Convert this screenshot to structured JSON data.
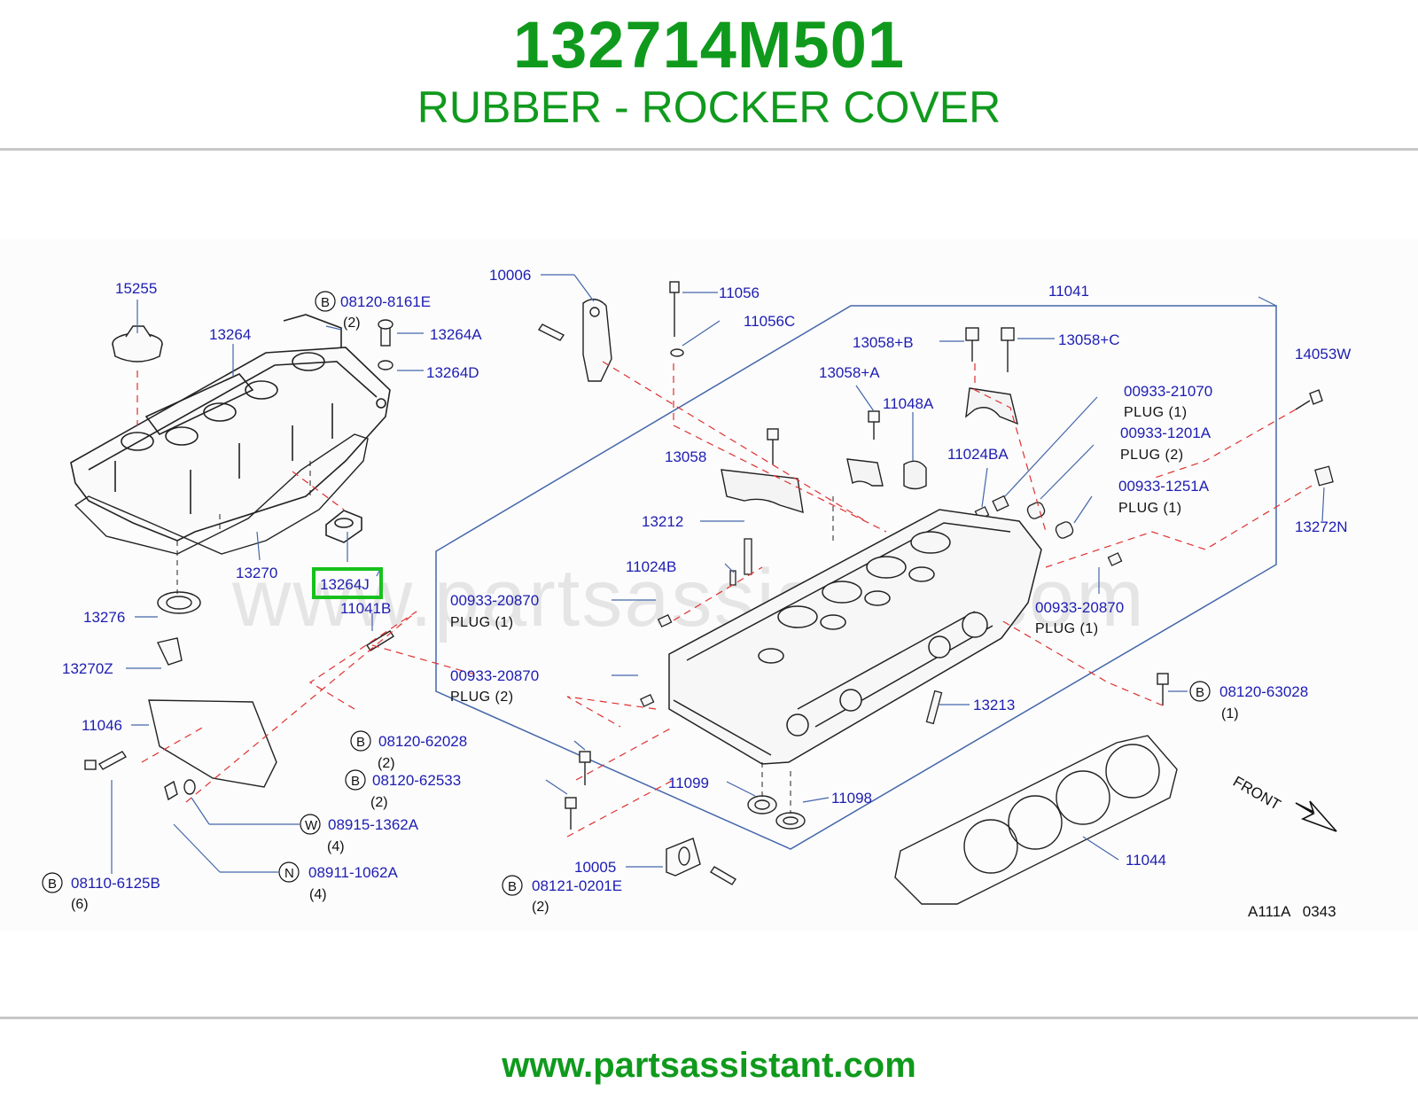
{
  "header": {
    "part_number": "132714M501",
    "part_name": "RUBBER - ROCKER COVER"
  },
  "footer": {
    "url": "www.partsassistant.com"
  },
  "diagram": {
    "watermark": "www.partsassistant.com",
    "code": "A111A   0343",
    "front_label": "FRONT",
    "highlighted_part": "13264J",
    "labels": {
      "p15255": "15255",
      "p13264": "13264",
      "p08120_8161E": "08120-8161E",
      "q08120_8161E": "(2)",
      "p13264A": "13264A",
      "p13264D": "13264D",
      "p13270": "13270",
      "p13276": "13276",
      "p11041B": "11041B",
      "p13270Z": "13270Z",
      "p11046": "11046",
      "p08120_62028": "08120-62028",
      "q08120_62028": "(2)",
      "p08120_62533": "08120-62533",
      "q08120_62533": "(2)",
      "p08915_1362A": "08915-1362A",
      "q08915_1362A": "(4)",
      "p08911_1062A": "08911-1062A",
      "q08911_1062A": "(4)",
      "p08110_6125B": "08110-6125B",
      "q08110_6125B": "(6)",
      "p10006": "10006",
      "p11056": "11056",
      "p11056C": "11056C",
      "p11041": "11041",
      "p13058B": "13058+B",
      "p13058C": "13058+C",
      "p14053W": "14053W",
      "p13058A": "13058+A",
      "p11048A": "11048A",
      "p00933_21070": "00933-21070",
      "q00933_21070": "PLUG    (1)",
      "p00933_1201A": "00933-1201A",
      "q00933_1201A": "PLUG    (2)",
      "p11024BA": "11024BA",
      "p13058": "13058",
      "p00933_1251A": "00933-1251A",
      "q00933_1251A": "PLUG    (1)",
      "p13272N": "13272N",
      "p13212": "13212",
      "p11024B": "11024B",
      "p00933_20870_a": "00933-20870",
      "q00933_20870_a": "PLUG    (1)",
      "p00933_20870_b": "00933-20870",
      "q00933_20870_b": "PLUG    (1)",
      "p00933_20870_c": "00933-20870",
      "q00933_20870_c": "PLUG    (2)",
      "p13213": "13213",
      "p08120_63028": "08120-63028",
      "q08120_63028": "(1)",
      "p11099": "11099",
      "p11098": "11098",
      "p10005": "10005",
      "p08121_0201E": "08121-0201E",
      "q08121_0201E": "(2)",
      "p11044": "11044",
      "b_B": "B",
      "b_W": "W",
      "b_N": "N"
    }
  }
}
